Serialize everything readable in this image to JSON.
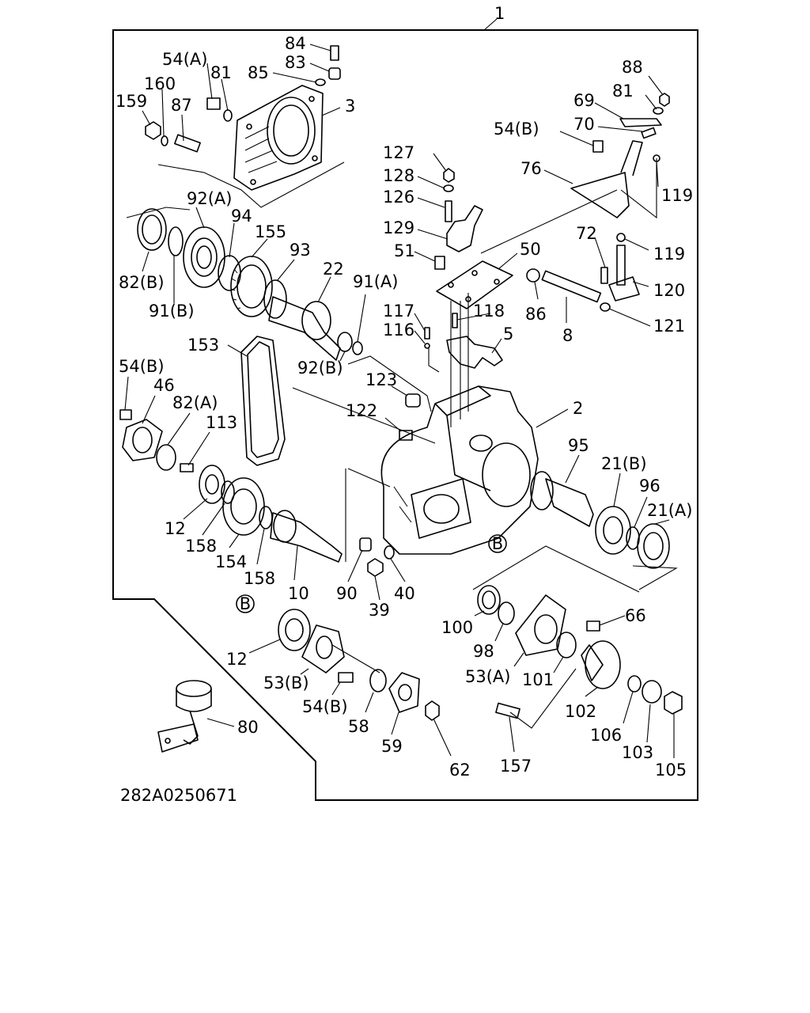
{
  "diagram_code": "282A0250671",
  "callouts": {
    "c1": "1",
    "c84": "84",
    "c54a_top": "54(A)",
    "c83": "83",
    "c85": "85",
    "c81_top": "81",
    "c160": "160",
    "c159": "159",
    "c87": "87",
    "c3": "3",
    "c88": "88",
    "c81_right": "81",
    "c69": "69",
    "c70": "70",
    "c54b_top": "54(B)",
    "c76": "76",
    "c119_a": "119",
    "c119_b": "119",
    "c127": "127",
    "c128": "128",
    "c126": "126",
    "c129": "129",
    "c51": "51",
    "c50": "50",
    "c72": "72",
    "c120": "120",
    "c121": "121",
    "c86": "86",
    "c8": "8",
    "c117": "117",
    "c116": "116",
    "c118": "118",
    "c5": "5",
    "c92a": "92(A)",
    "c94": "94",
    "c155": "155",
    "c93": "93",
    "c22": "22",
    "c91a": "91(A)",
    "c82b": "82(B)",
    "c91b": "91(B)",
    "c92b": "92(B)",
    "c153": "153",
    "c123": "123",
    "c122": "122",
    "c2": "2",
    "c54b_left": "54(B)",
    "c46": "46",
    "c82a": "82(A)",
    "c113": "113",
    "c95": "95",
    "c21b": "21(B)",
    "c96": "96",
    "c21a": "21(A)",
    "c12_a": "12",
    "c158_a": "158",
    "c154": "154",
    "c158_b": "158",
    "c10": "10",
    "c90": "90",
    "c40": "40",
    "c39": "39",
    "c100": "100",
    "c66": "66",
    "c98": "98",
    "c53a": "53(A)",
    "c101": "101",
    "c102": "102",
    "c12_b": "12",
    "c53b": "53(B)",
    "c54b_bottom": "54(B)",
    "c58": "58",
    "c59": "59",
    "c62": "62",
    "c157": "157",
    "c106": "106",
    "c103": "103",
    "c105": "105",
    "c80": "80"
  },
  "reference_marks": {
    "mark_b_case": "B",
    "mark_b_bearing": "B"
  }
}
